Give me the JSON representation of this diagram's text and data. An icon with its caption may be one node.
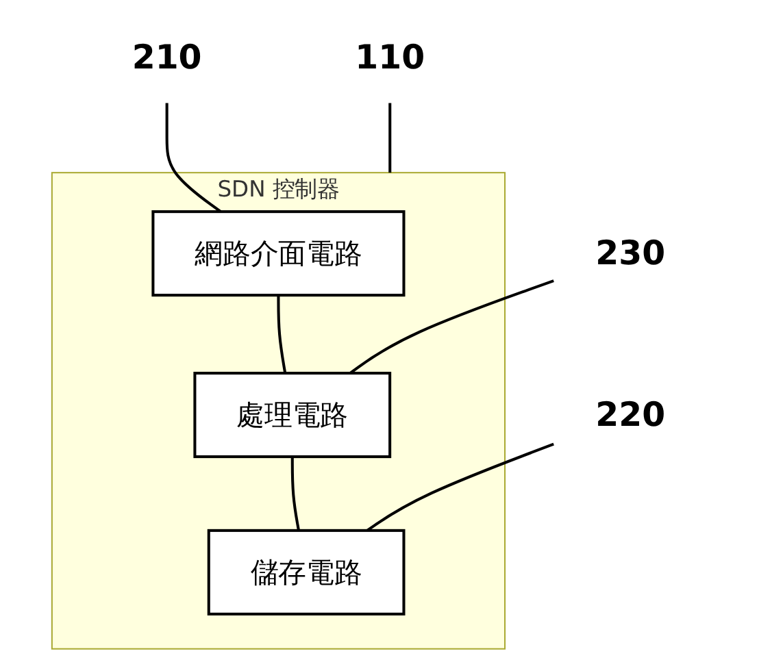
{
  "diagram": {
    "nodes": [
      {
        "text": [
          "SDN 控制器"
        ]
      },
      {
        "text": [
          "網路介面電路"
        ],
        "in": 0
      },
      {
        "text": [
          "處理電路"
        ],
        "in": 0
      },
      {
        "text": [
          "儲存電路"
        ],
        "in": 0
      },
      {
        "text": [
          "210"
        ]
      },
      {
        "text": [
          "230"
        ]
      },
      {
        "text": [
          "220"
        ]
      },
      {
        "text": [
          "110"
        ]
      }
    ],
    "edges": [
      {
        "from": 1,
        "to": 2,
        "arrow": "none"
      },
      {
        "from": 2,
        "to": 3,
        "arrow": "none"
      },
      {
        "from": 4,
        "to": 1,
        "arrow": "none"
      },
      {
        "from": 5,
        "to": 2,
        "arrow": "none"
      },
      {
        "from": 6,
        "to": 3,
        "arrow": "none"
      },
      {
        "from": 7,
        "to": 0,
        "arrow": "none"
      }
    ]
  }
}
